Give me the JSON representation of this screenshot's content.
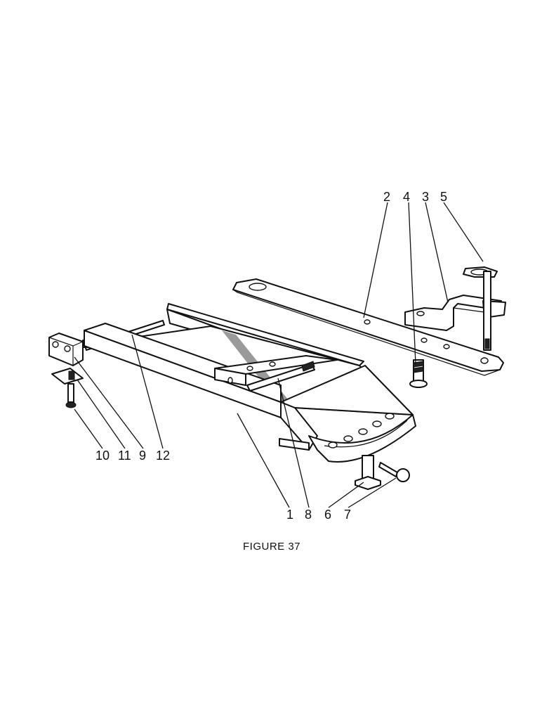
{
  "figure": {
    "caption": "FIGURE 37",
    "callouts": [
      "2",
      "4",
      "3",
      "5",
      "10",
      "11",
      "9",
      "12",
      "1",
      "8",
      "6",
      "7"
    ]
  }
}
